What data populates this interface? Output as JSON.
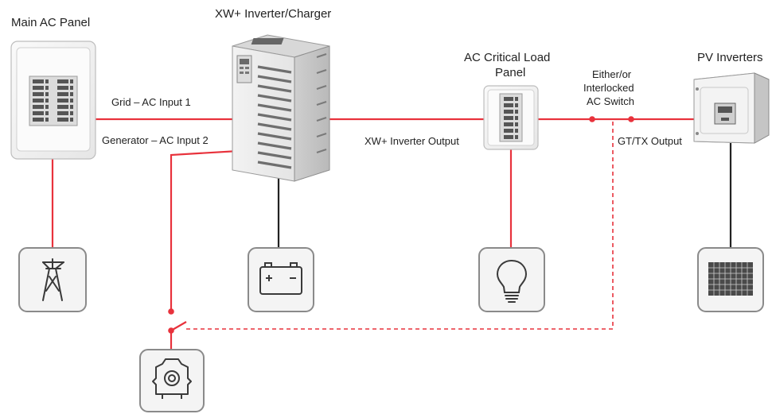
{
  "labels": {
    "main_ac_panel": "Main AC Panel",
    "inverter_charger": "XW+ Inverter/Charger",
    "critical_load_line1": "AC Critical Load",
    "critical_load_line2": "Panel",
    "pv_inverters": "PV Inverters",
    "grid_input": "Grid – AC Input 1",
    "generator_input": "Generator – AC Input 2",
    "inverter_output": "XW+ Inverter Output",
    "switch_line1": "Either/or",
    "switch_line2": "Interlocked",
    "switch_line3": "AC Switch",
    "gt_output": "GT/TX Output"
  },
  "icons": {
    "grid": "power-tower-icon",
    "battery": "battery-icon",
    "load": "light-bulb-icon",
    "solar": "solar-panel-icon",
    "generator": "generator-icon"
  },
  "colors": {
    "ac_line": "#e8323c",
    "dc_line": "#222222",
    "icon_box_border": "#8a8a8a",
    "icon_box_fill": "#f4f4f4"
  }
}
